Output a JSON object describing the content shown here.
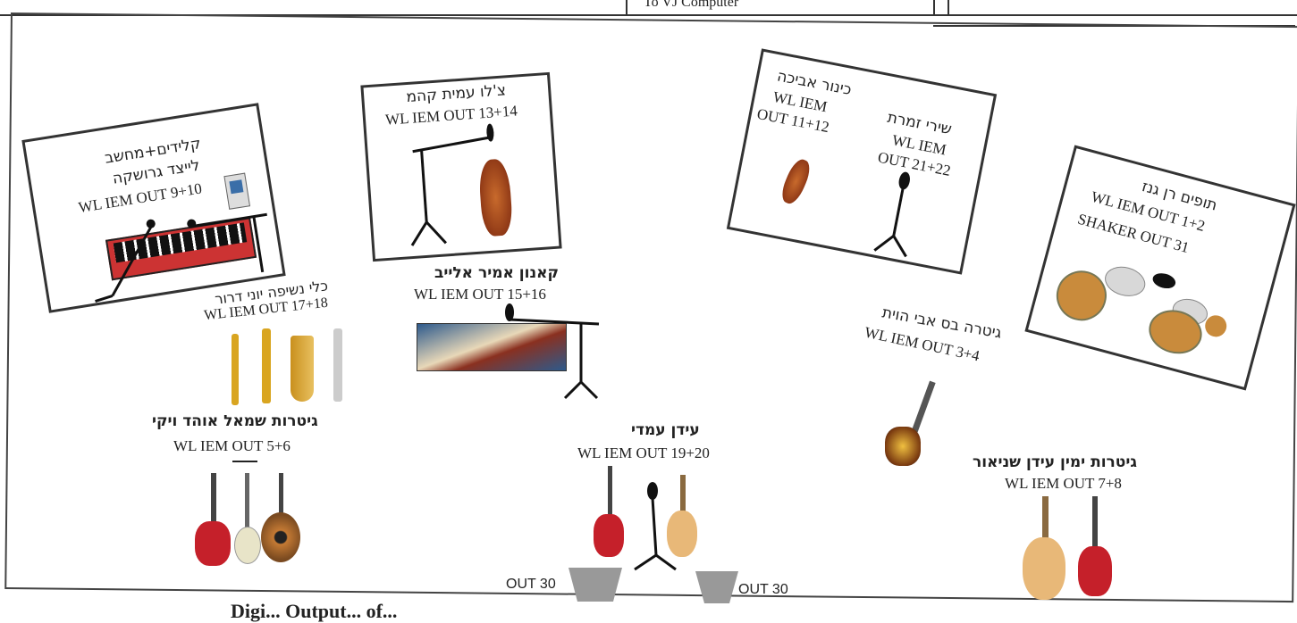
{
  "header": {
    "computer_cell": "To VJ Computer"
  },
  "stations": {
    "keys": {
      "title_line1": "קלידים+מחשב",
      "title_line2": "לייצד גרושקה",
      "out": "WL IEM OUT 9+10"
    },
    "violin_center": {
      "title": "צ'לו עמית קהמ",
      "out": "WL IEM OUT 13+14"
    },
    "violin_right": {
      "title_a": "כינור אביכה",
      "out_a_line1": "WL IEM",
      "out_a_line2": "OUT 11+12",
      "title_b": "שירי זמרת",
      "out_b_line1": "WL IEM",
      "out_b_line2": "OUT 21+22"
    },
    "drums": {
      "title": "תופים רן גנז",
      "out": "WL IEM OUT 1+2",
      "shaker": "SHAKER OUT 31"
    },
    "winds": {
      "title": "כלי נשיפה יוני דרור",
      "out": "WL IEM OUT 17+18"
    },
    "kanun": {
      "title": "קאנון אמיר אלייב",
      "out": "WL IEM OUT 15+16"
    },
    "bass": {
      "title": "גיטרה בס אבי הוית",
      "out": "WL IEM OUT 3+4"
    },
    "guitars_left": {
      "title": "גיטרות שמאל אוהד ויקי",
      "out": "WL IEM OUT 5+6"
    },
    "center_vocal": {
      "title": "עידן עמדי",
      "out": "WL IEM OUT 19+20"
    },
    "guitars_right": {
      "title": "גיטרות ימין עידן שניאור",
      "out": "WL IEM OUT 7+8"
    }
  },
  "monitors": {
    "left": "OUT 30",
    "right": "OUT 30"
  },
  "footer": {
    "text": "Digi... Output... of..."
  }
}
